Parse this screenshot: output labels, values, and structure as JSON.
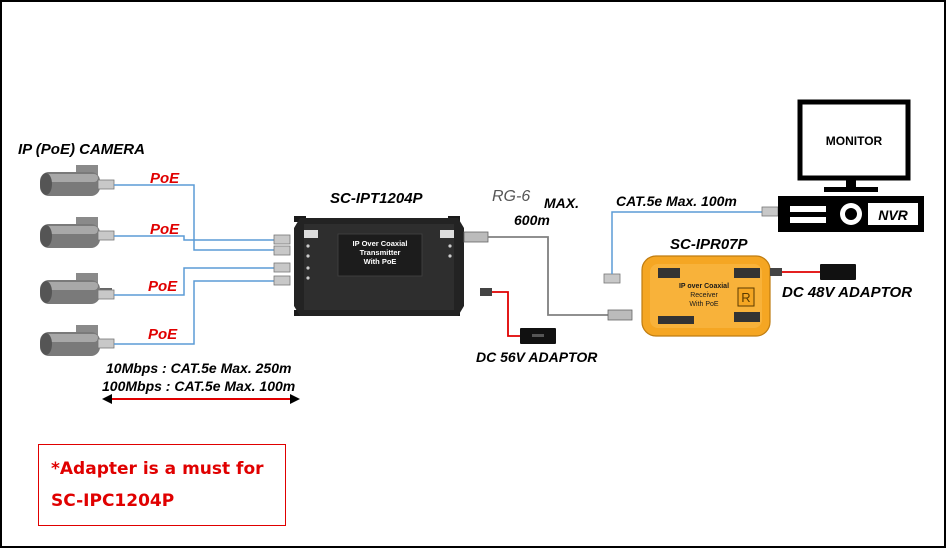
{
  "camera_label": "IP (PoE) CAMERA",
  "poe_labels": [
    "PoE",
    "PoE",
    "PoE",
    "PoE"
  ],
  "cable_spec_1": "10Mbps : CAT.5e Max. 250m",
  "cable_spec_2": "100Mbps : CAT.5e Max. 100m",
  "transmitter": {
    "model": "SC-IPT1204P",
    "face_line1": "IP Over Coaxial",
    "face_line2": "Transmitter",
    "face_line3": "With PoE"
  },
  "coax": {
    "line1": "RG-6",
    "line1b": "MAX.",
    "line2": "600m"
  },
  "adaptor_56": "DC 56V ADAPTOR",
  "receiver": {
    "model": "SC-IPR07P",
    "face_line1": "IP over Coaxial",
    "face_line2": "Receiver",
    "face_line3": "With PoE",
    "badge": "R"
  },
  "cat_link": "CAT.5e Max. 100m",
  "adaptor_48": "DC 48V ADAPTOR",
  "monitor_label": "MONITOR",
  "nvr_label": "NVR",
  "note": {
    "line1": "*Adapter is a must for",
    "line2": "SC-IPC1204P"
  },
  "colors": {
    "cable_blue": "#5b9bd5",
    "coax_gray": "#808080",
    "power_red": "#e00000",
    "receiver_orange": "#f5a623",
    "note_red": "#e00000"
  }
}
